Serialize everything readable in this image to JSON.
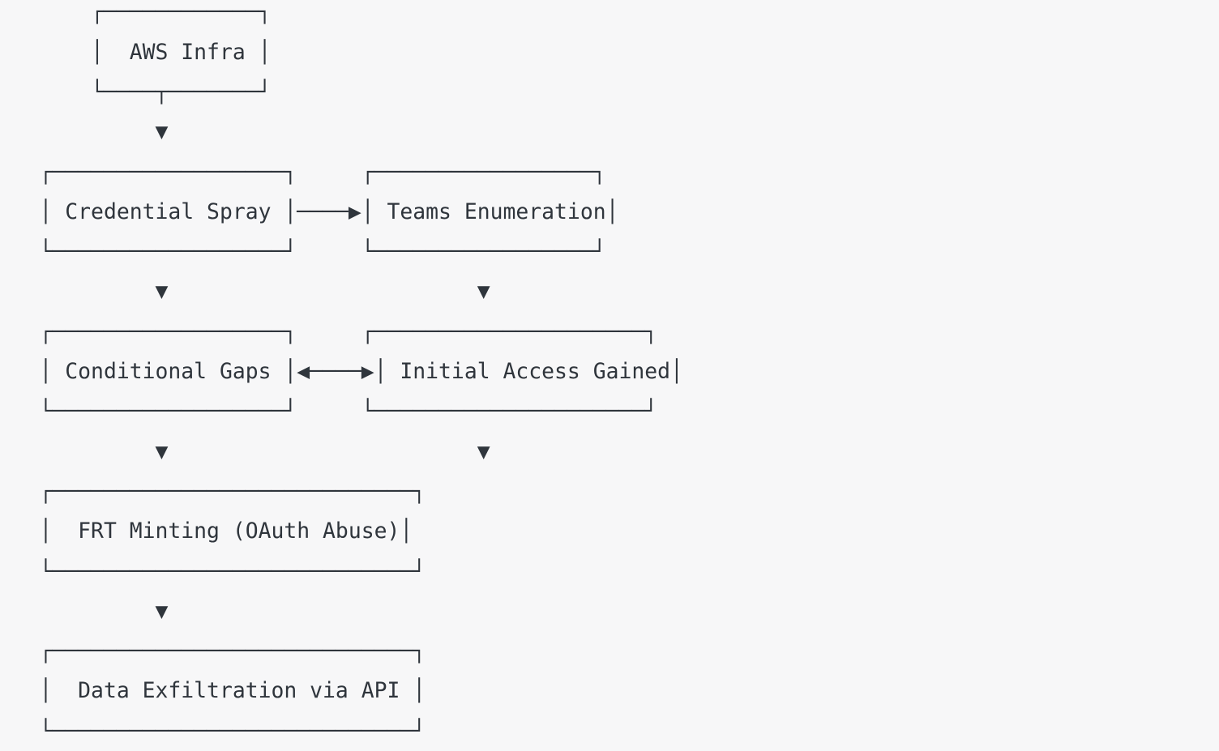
{
  "colors": {
    "background": "#f7f7f8",
    "ink": "#2f353c"
  },
  "diagram": {
    "type": "ascii-flowchart",
    "nodes": [
      {
        "id": "aws-infra",
        "label": "AWS Infra"
      },
      {
        "id": "credential-spray",
        "label": "Credential Spray"
      },
      {
        "id": "teams-enumeration",
        "label": "Teams Enumeration"
      },
      {
        "id": "conditional-gaps",
        "label": "Conditional Gaps"
      },
      {
        "id": "initial-access-gained",
        "label": "Initial Access Gained"
      },
      {
        "id": "frt-minting",
        "label": "FRT Minting (OAuth Abuse)"
      },
      {
        "id": "data-exfiltration",
        "label": "Data Exfiltration via API"
      }
    ],
    "edges": [
      {
        "from": "aws-infra",
        "to": "credential-spray",
        "direction": "down"
      },
      {
        "from": "credential-spray",
        "to": "teams-enumeration",
        "direction": "right"
      },
      {
        "from": "credential-spray",
        "to": "conditional-gaps",
        "direction": "down"
      },
      {
        "from": "teams-enumeration",
        "to": "initial-access-gained",
        "direction": "down"
      },
      {
        "from": "conditional-gaps",
        "to": "initial-access-gained",
        "direction": "bidirectional"
      },
      {
        "from": "conditional-gaps",
        "to": "frt-minting",
        "direction": "down"
      },
      {
        "from": "initial-access-gained",
        "to": "frt-minting",
        "direction": "down"
      },
      {
        "from": "frt-minting",
        "to": "data-exfiltration",
        "direction": "down"
      }
    ],
    "ascii_lines": [
      "    ┌────────────┐",
      "    │  AWS Infra │",
      "    └────┬───────┘",
      "         ▼",
      "┌──────────────────┐     ┌─────────────────┐",
      "│ Credential Spray │────▶│ Teams Enumeration│",
      "└──────────────────┘     └─────────────────┘",
      "         ▼                        ▼",
      "┌──────────────────┐     ┌─────────────────────┐",
      "│ Conditional Gaps │◀────▶│ Initial Access Gained│",
      "└──────────────────┘     └─────────────────────┘",
      "         ▼                        ▼",
      "┌────────────────────────────┐",
      "│  FRT Minting (OAuth Abuse)│",
      "└────────────────────────────┘",
      "         ▼",
      "┌────────────────────────────┐",
      "│  Data Exfiltration via API │",
      "└────────────────────────────┘"
    ]
  }
}
